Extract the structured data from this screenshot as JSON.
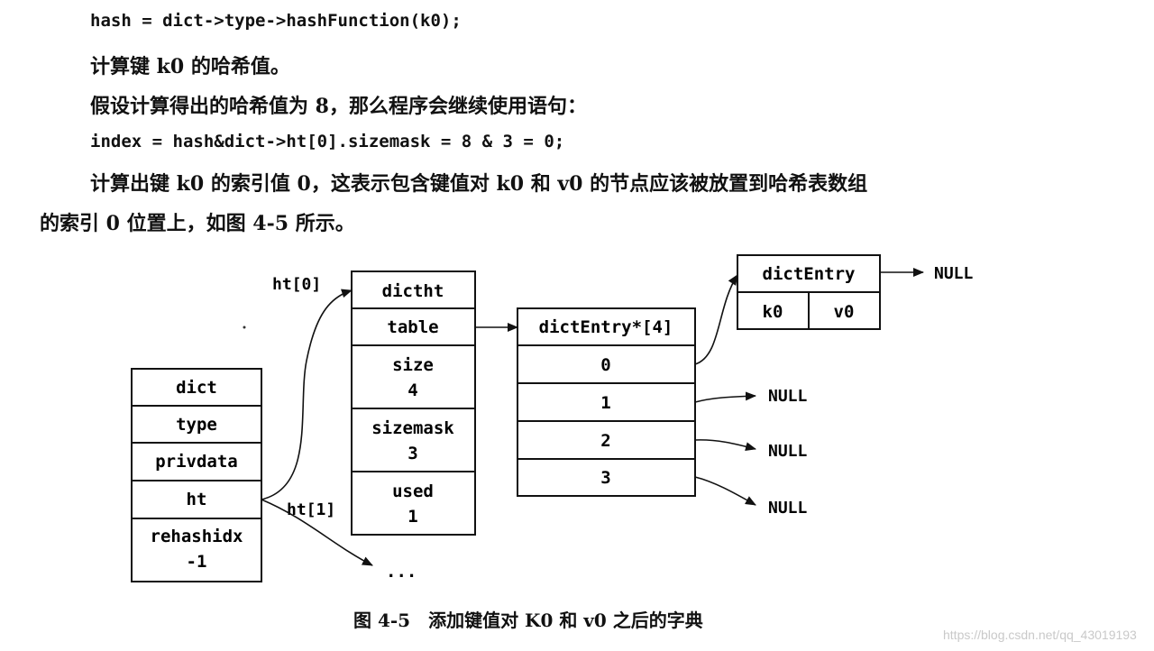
{
  "text": {
    "code_hash": "hash = dict->type->hashFunction(k0);",
    "para_compute": "计算键 k0 的哈希值。",
    "para_assume": "假设计算得出的哈希值为 8，那么程序会继续使用语句：",
    "code_index": "index = hash&dict->ht[0].sizemask = 8 & 3 = 0;",
    "para_result_1": "计算出键 k0 的索引值 0，这表示包含键值对 k0 和 v0 的节点应该被放置到哈希表数组",
    "para_result_2": "的索引 0 位置上，如图 4-5 所示。"
  },
  "figure": {
    "dict": {
      "fields": [
        "dict",
        "type",
        "privdata",
        "ht"
      ],
      "rehashidx_label": "rehashidx",
      "rehashidx_value": "-1"
    },
    "ht0_label": "ht[0]",
    "ht1_label": "ht[1]",
    "ht1_target": "...",
    "dictht": {
      "title": "dictht",
      "table": "table",
      "size_label": "size",
      "size_value": "4",
      "sizemask_label": "sizemask",
      "sizemask_value": "3",
      "used_label": "used",
      "used_value": "1"
    },
    "table_array": {
      "title": "dictEntry*[4]",
      "indices": [
        "0",
        "1",
        "2",
        "3"
      ]
    },
    "entry": {
      "title": "dictEntry",
      "key": "k0",
      "value": "v0"
    },
    "null_label": "NULL",
    "caption": "图 4-5　添加键值对 K0 和 v0 之后的字典"
  },
  "watermark": "https://blog.csdn.net/qq_43019193"
}
